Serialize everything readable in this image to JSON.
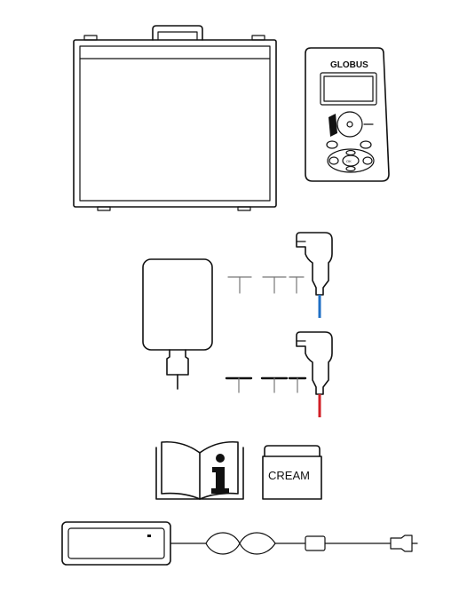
{
  "device": {
    "brand": "GLOBUS",
    "ok_label": "OK",
    "dial_label": ""
  },
  "cream_box": {
    "label": "CREAM"
  },
  "colors": {
    "cable_blue": "#1f6fc4",
    "cable_red": "#d21f26",
    "line": "#111111",
    "pin_gray": "#888888"
  },
  "icons": [
    "carry-case",
    "stimulator-device",
    "wall-charger",
    "electrode-cable-blue",
    "electrode-cable-red",
    "manual-info",
    "cream-box",
    "power-supply"
  ]
}
